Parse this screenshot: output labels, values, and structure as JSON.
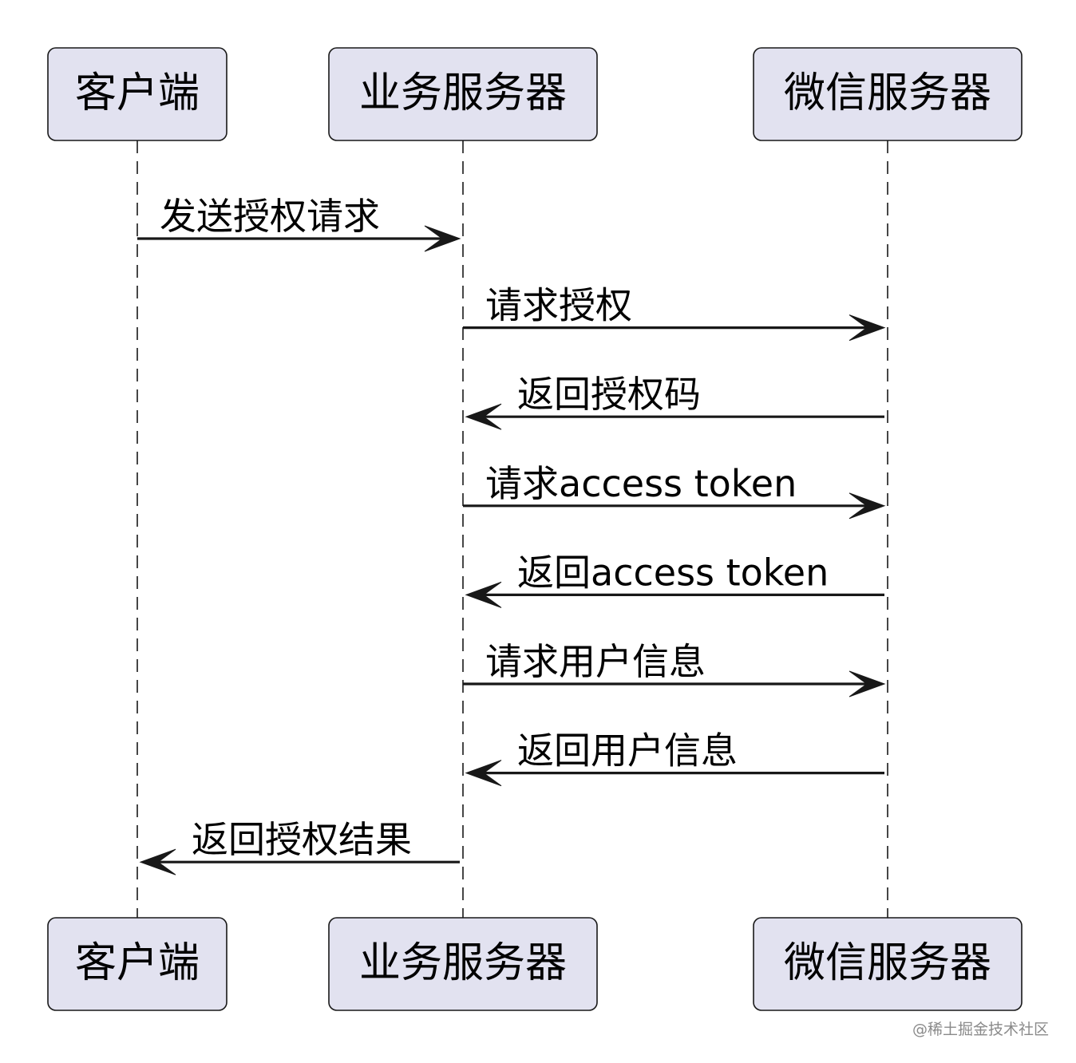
{
  "diagram": {
    "type": "sequence",
    "colors": {
      "participant_fill": "#e2e2f0",
      "stroke": "#181818",
      "text": "#000000",
      "watermark": "#8a8a8a"
    },
    "participants": [
      {
        "id": "client",
        "label": "客户端"
      },
      {
        "id": "biz",
        "label": "业务服务器"
      },
      {
        "id": "wechat",
        "label": "微信服务器"
      }
    ],
    "messages": [
      {
        "from": "client",
        "to": "biz",
        "label": "发送授权请求"
      },
      {
        "from": "biz",
        "to": "wechat",
        "label": "请求授权"
      },
      {
        "from": "wechat",
        "to": "biz",
        "label": "返回授权码"
      },
      {
        "from": "biz",
        "to": "wechat",
        "label": "请求access token"
      },
      {
        "from": "wechat",
        "to": "biz",
        "label": "返回access token"
      },
      {
        "from": "biz",
        "to": "wechat",
        "label": "请求用户信息"
      },
      {
        "from": "wechat",
        "to": "biz",
        "label": "返回用户信息"
      },
      {
        "from": "biz",
        "to": "client",
        "label": "返回授权结果"
      }
    ]
  },
  "watermark": "@稀土掘金技术社区"
}
